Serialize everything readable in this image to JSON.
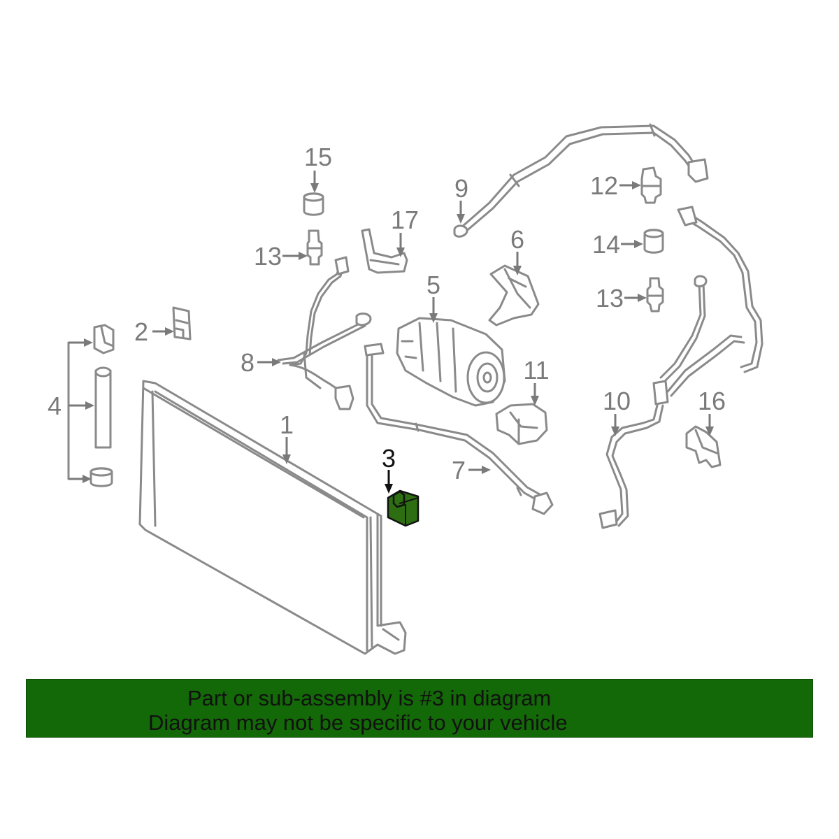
{
  "diagram": {
    "callouts": [
      {
        "id": "1",
        "label": "1"
      },
      {
        "id": "2",
        "label": "2"
      },
      {
        "id": "3",
        "label": "3",
        "highlighted": true
      },
      {
        "id": "4",
        "label": "4"
      },
      {
        "id": "5",
        "label": "5"
      },
      {
        "id": "6",
        "label": "6"
      },
      {
        "id": "7",
        "label": "7"
      },
      {
        "id": "8",
        "label": "8"
      },
      {
        "id": "9",
        "label": "9"
      },
      {
        "id": "10",
        "label": "10"
      },
      {
        "id": "11",
        "label": "11"
      },
      {
        "id": "12",
        "label": "12"
      },
      {
        "id": "13a",
        "label": "13"
      },
      {
        "id": "13b",
        "label": "13"
      },
      {
        "id": "14",
        "label": "14"
      },
      {
        "id": "15",
        "label": "15"
      },
      {
        "id": "16",
        "label": "16"
      },
      {
        "id": "17",
        "label": "17"
      }
    ],
    "colors": {
      "line_art": "#8a8a8a",
      "highlight_fill": "#2e6e12",
      "banner_bg": "#136807",
      "banner_text": "#111111"
    }
  },
  "banner": {
    "line1": "Part or sub-assembly is #3 in diagram",
    "line2": "Diagram may not be specific to your vehicle"
  }
}
